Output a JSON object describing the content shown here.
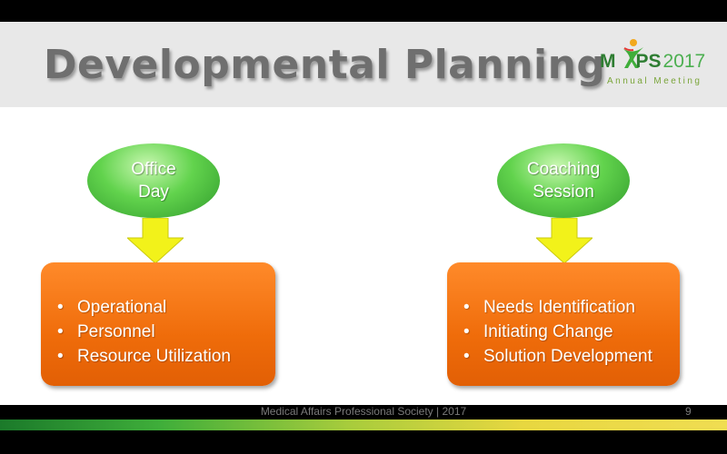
{
  "slide": {
    "title": "Developmental Planning",
    "logo": {
      "m": "M",
      "ps": "PS",
      "year": "2017",
      "subtitle": "Annual Meeting"
    },
    "left": {
      "oval_line1": "Office",
      "oval_line2": "Day",
      "bullets": [
        "Operational",
        "Personnel",
        "Resource Utilization"
      ]
    },
    "right": {
      "oval_line1": "Coaching",
      "oval_line2": "Session",
      "bullets": [
        "Needs Identification",
        "Initiating Change",
        "Solution Development"
      ]
    },
    "footer": "Medical Affairs Professional Society | 2017",
    "page_number": "9",
    "bullet_char": "•"
  },
  "colors": {
    "title": "#6f6f6f",
    "oval_green": "#62d34d",
    "box_orange": "#ef6c0a",
    "arrow_yellow": "#f2f21a"
  },
  "icons": {
    "logo_figure": "person-figure-icon",
    "arrow": "arrow-down-icon"
  }
}
